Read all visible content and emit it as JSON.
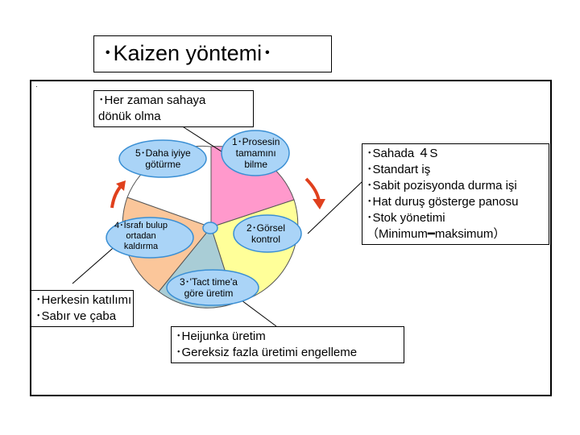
{
  "title": "･Kaizen yöntemi･",
  "small_mark": "･",
  "steps": [
    {
      "lines": [
        "1･Prosesin",
        "tamamını",
        "bilme"
      ]
    },
    {
      "lines": [
        "2･Görsel",
        "kontrol"
      ]
    },
    {
      "lines": [
        "3･'Tact time'a",
        "göre üretim"
      ]
    },
    {
      "lines": [
        "4･İsrafı bulup",
        "ortadan",
        "kaldırma"
      ]
    },
    {
      "lines": [
        "5･Daha iyiye",
        "götürme"
      ]
    }
  ],
  "notes": {
    "top": [
      "･Her zaman sahaya",
      "dönük olma"
    ],
    "right": [
      "･Sahada ４S",
      "･Standart iş",
      "･Sabit pozisyonda durma işi",
      "･Hat duruş gösterge panosu",
      "･Stok yönetimi",
      "（Minimum━maksimum）"
    ],
    "left": [
      "･Herkesin katılımı",
      "･Sabır ve çaba"
    ],
    "bottom": [
      "･Heijunka üretim",
      "･Gereksiz fazla üretimi engelleme"
    ]
  },
  "colors": {
    "segment1": "#ff99cc",
    "segment2": "#ffff99",
    "segment3": "#a9cdd6",
    "segment4": "#fbc69a",
    "segment5": "#ffffff",
    "oval_fill": "#aad4f7",
    "oval_stroke": "#3a8fd4",
    "arrow": "#e0401d"
  }
}
